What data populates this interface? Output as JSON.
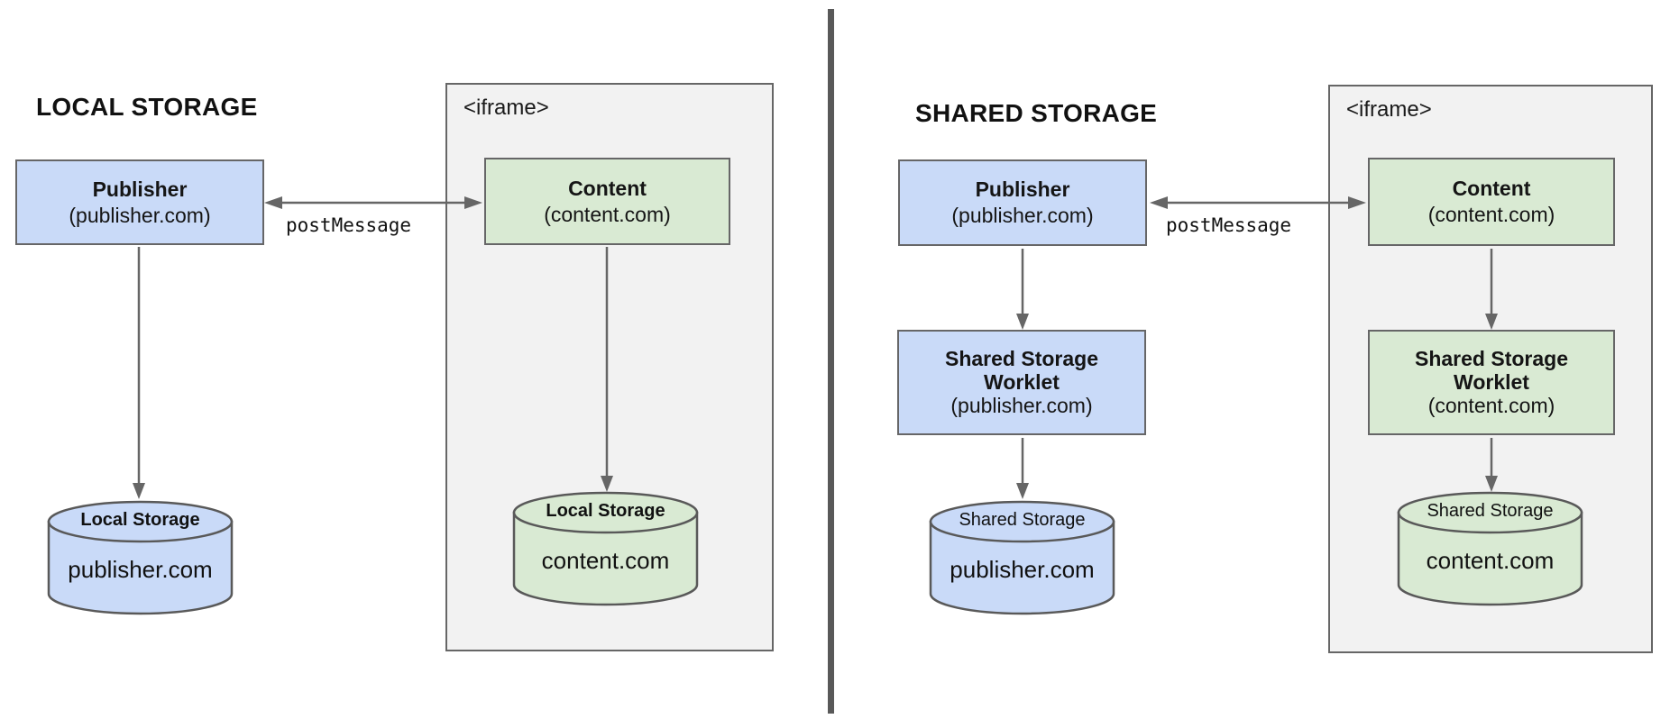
{
  "colors": {
    "box_blue": "#c9daf8",
    "box_green": "#d9ead3",
    "iframe_bg": "#f2f2f2",
    "stroke_gray": "#666666",
    "cylinder_stroke": "#595959",
    "divider_gray": "#595959",
    "text_dark": "#1a1a1a"
  },
  "left": {
    "title": "LOCAL STORAGE",
    "publisher": {
      "title": "Publisher",
      "subtitle": "(publisher.com)"
    },
    "post_message_label": "postMessage",
    "iframe_label": "<iframe>",
    "content": {
      "title": "Content",
      "subtitle": "(content.com)"
    },
    "publisher_storage": {
      "label": "Local Storage",
      "domain": "publisher.com"
    },
    "content_storage": {
      "label": "Local Storage",
      "domain": "content.com"
    }
  },
  "right": {
    "title": "SHARED STORAGE",
    "publisher": {
      "title": "Publisher",
      "subtitle": "(publisher.com)"
    },
    "post_message_label": "postMessage",
    "iframe_label": "<iframe>",
    "content": {
      "title": "Content",
      "subtitle": "(content.com)"
    },
    "publisher_worklet": {
      "title_line1": "Shared Storage",
      "title_line2": "Worklet",
      "subtitle": "(publisher.com)"
    },
    "content_worklet": {
      "title_line1": "Shared Storage",
      "title_line2": "Worklet",
      "subtitle": "(content.com)"
    },
    "publisher_storage": {
      "label": "Shared Storage",
      "domain": "publisher.com"
    },
    "content_storage": {
      "label": "Shared Storage",
      "domain": "content.com"
    }
  }
}
